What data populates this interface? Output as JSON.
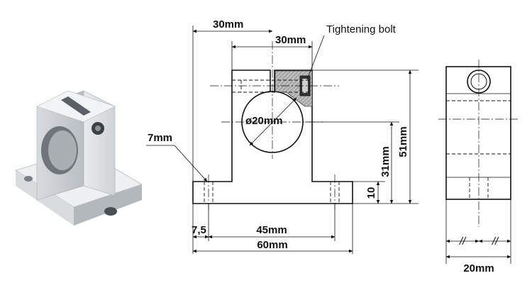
{
  "dimensions": {
    "top_width": "30mm",
    "slot_width": "30mm",
    "bolt_label": "Tightening bolt",
    "bore": "ø20mm",
    "hole_dia": "7mm",
    "total_height": "51mm",
    "axis_height": "31mm",
    "base_thickness": "10",
    "edge_offset": "7,5",
    "hole_spacing": "45mm",
    "total_length": "60mm",
    "side_width": "20mm",
    "tick_marks": [
      "//",
      "//"
    ]
  },
  "colors": {
    "line": "#111111",
    "part_light": "#e6e8ea",
    "part_mid": "#c4c8cc",
    "part_dark": "#8e9399",
    "section_hatch": "#9a9a9a"
  }
}
